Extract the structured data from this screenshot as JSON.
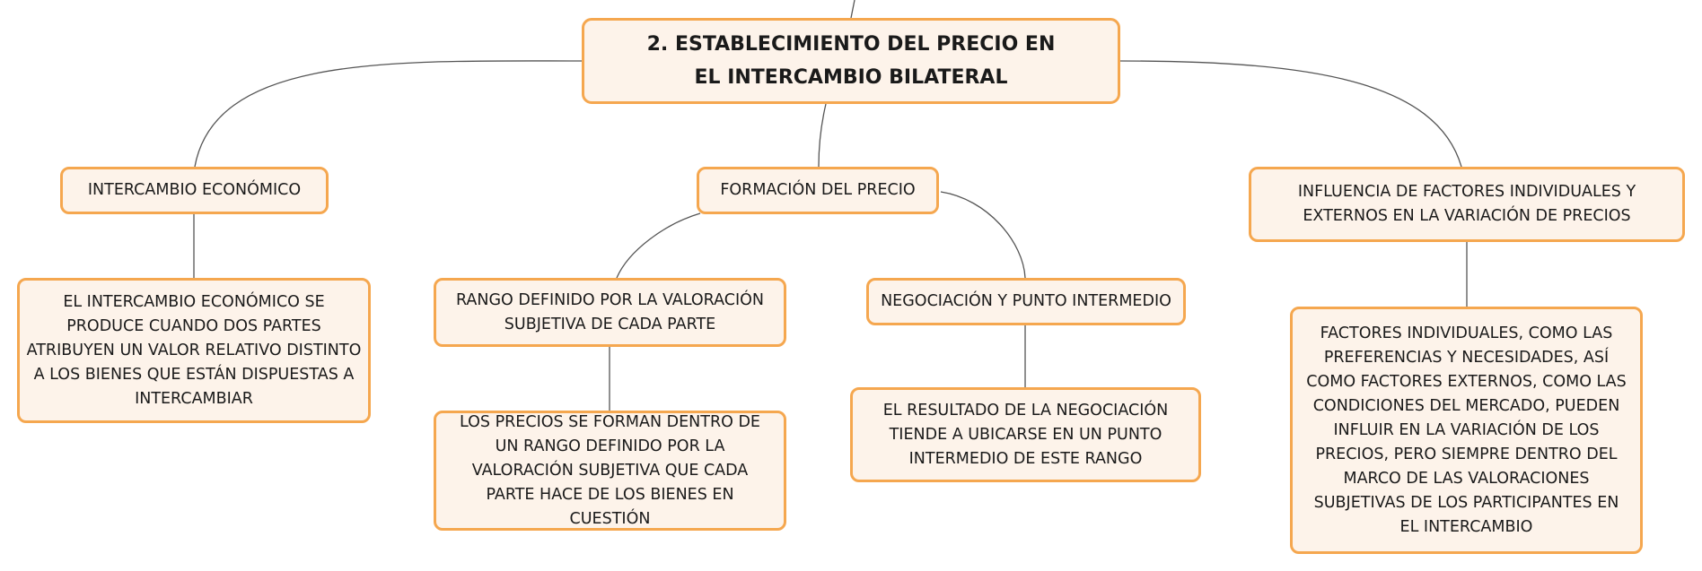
{
  "diagram": {
    "root": {
      "title": "2. ESTABLECIMIENTO DEL PRECIO EN EL INTERCAMBIO BILATERAL"
    },
    "branches": [
      {
        "label": "INTERCAMBIO ECONÓMICO",
        "children": [
          {
            "label": "EL INTERCAMBIO ECONÓMICO SE PRODUCE CUANDO DOS PARTES ATRIBUYEN UN VALOR RELATIVO DISTINTO A LOS BIENES QUE ESTÁN DISPUESTAS A INTERCAMBIAR"
          }
        ]
      },
      {
        "label": "FORMACIÓN DEL PRECIO",
        "children": [
          {
            "label": "RANGO DEFINIDO POR LA VALORACIÓN SUBJETIVA DE CADA PARTE",
            "children": [
              {
                "label": "LOS PRECIOS SE FORMAN DENTRO DE UN RANGO DEFINIDO POR LA VALORACIÓN SUBJETIVA QUE CADA PARTE HACE DE LOS BIENES EN CUESTIÓN"
              }
            ]
          },
          {
            "label": "NEGOCIACIÓN Y PUNTO INTERMEDIO",
            "children": [
              {
                "label": "EL RESULTADO DE LA NEGOCIACIÓN TIENDE A UBICARSE EN UN PUNTO INTERMEDIO DE ESTE RANGO"
              }
            ]
          }
        ]
      },
      {
        "label": "INFLUENCIA DE FACTORES INDIVIDUALES Y EXTERNOS EN LA VARIACIÓN DE PRECIOS",
        "children": [
          {
            "label": "FACTORES INDIVIDUALES, COMO LAS PREFERENCIAS Y NECESIDADES, ASÍ COMO FACTORES EXTERNOS, COMO LAS CONDICIONES DEL MERCADO, PUEDEN INFLUIR EN LA VARIACIÓN DE LOS PRECIOS, PERO SIEMPRE DENTRO DEL MARCO DE LAS VALORACIONES SUBJETIVAS DE LOS PARTICIPANTES EN EL INTERCAMBIO"
          }
        ]
      }
    ],
    "colors": {
      "node_fill": "#fdf3ea",
      "node_border": "#f5a74f",
      "connector": "#555555"
    }
  }
}
